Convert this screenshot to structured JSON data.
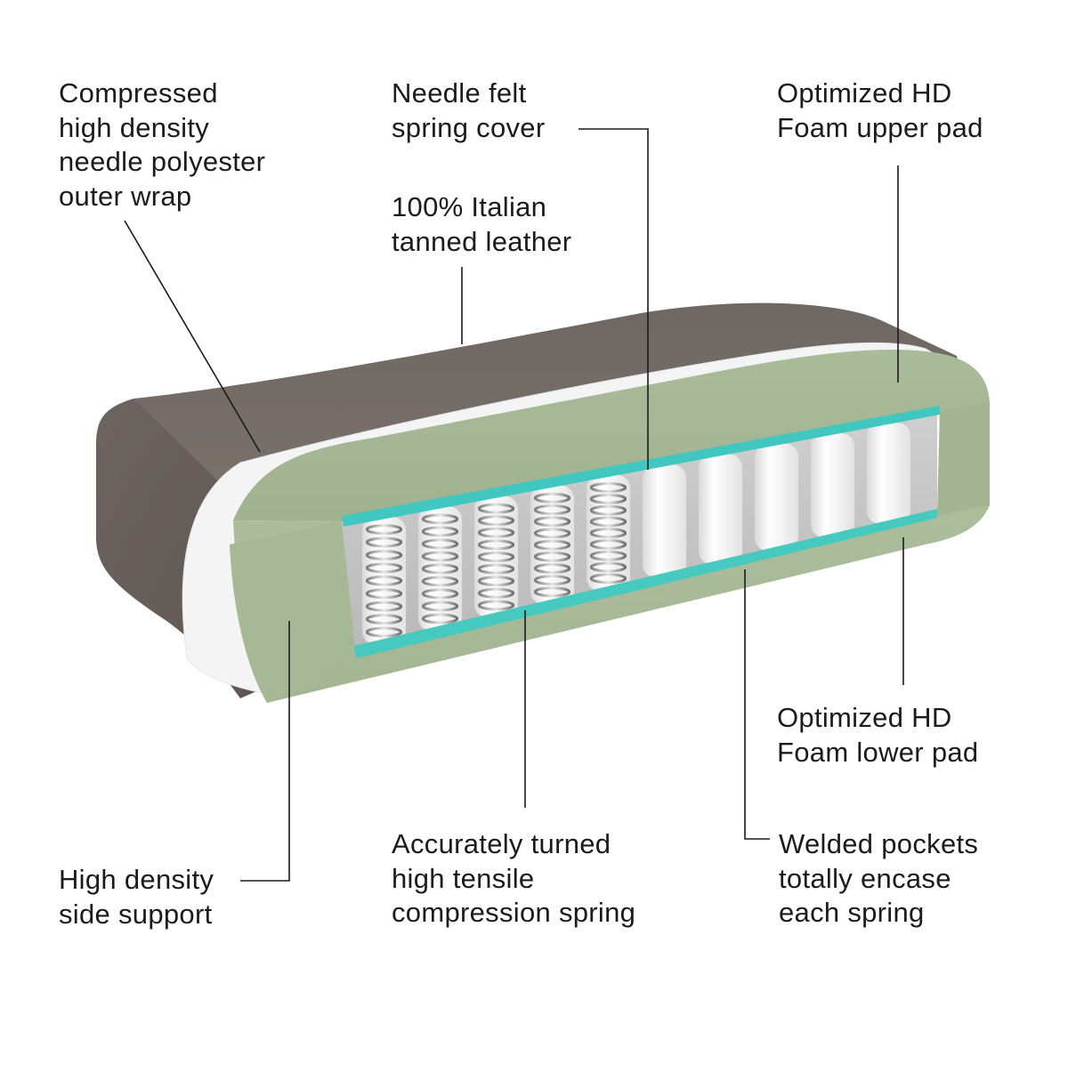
{
  "labels": {
    "outer_wrap": "Compressed\nhigh density\nneedle polyester\nouter wrap",
    "needle_felt": "Needle felt\nspring cover",
    "leather": "100% Italian\ntanned leather",
    "upper_pad": "Optimized HD\nFoam upper pad",
    "lower_pad": "Optimized HD\nFoam lower pad",
    "side_support": "High density\nside support",
    "spring": "Accurately turned\nhigh tensile\ncompression spring",
    "pockets": "Welded pockets\ntotally encase\neach spring"
  },
  "colors": {
    "leather": "#6e6560",
    "wrap": "#f4f4f4",
    "foam": "#a7b997",
    "felt": "#3fc7c0",
    "pocket": "#f2f2f2",
    "spring": "#9a9a9a",
    "leader": "#1b1b1b"
  },
  "springs": {
    "exposed_count": 5,
    "encased_count": 5
  }
}
